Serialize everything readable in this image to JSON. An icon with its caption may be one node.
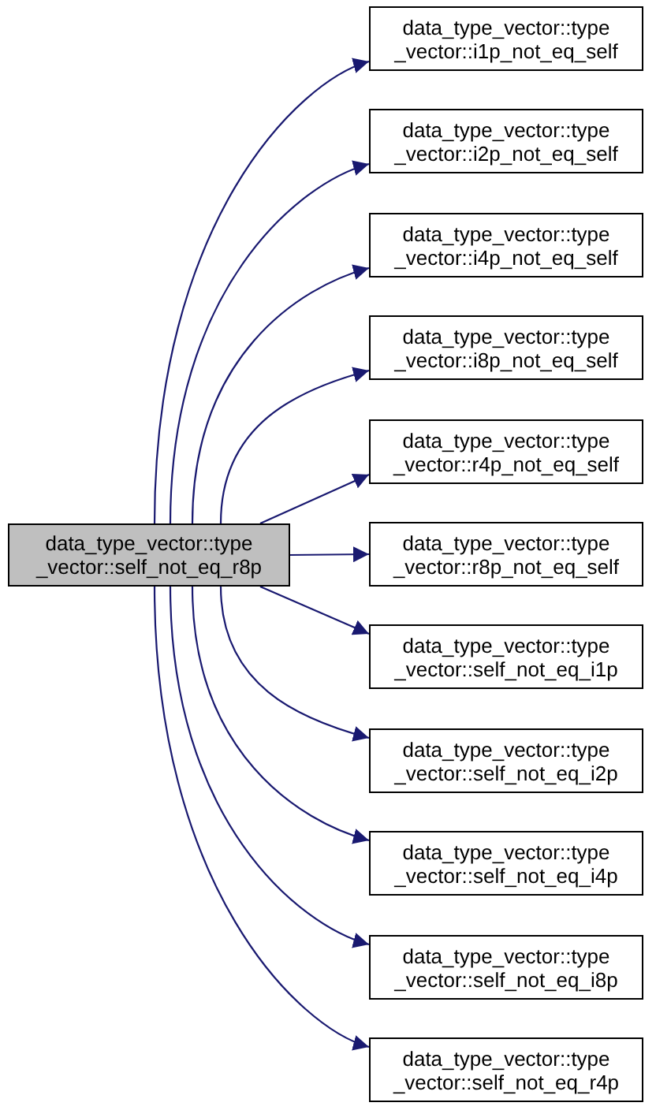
{
  "diagram": {
    "nodes": [
      {
        "text": [
          "data_type_vector::type _vector::self_not_eq_r8p"
        ]
      },
      {
        "text": [
          "data_type_vector::type _vector::i1p_not_eq_self"
        ]
      },
      {
        "text": [
          "data_type_vector::type _vector::i2p_not_eq_self"
        ]
      },
      {
        "text": [
          "data_type_vector::type _vector::i4p_not_eq_self"
        ]
      },
      {
        "text": [
          "data_type_vector::type _vector::i8p_not_eq_self"
        ]
      },
      {
        "text": [
          "data_type_vector::type _vector::r4p_not_eq_self"
        ]
      },
      {
        "text": [
          "data_type_vector::type _vector::r8p_not_eq_self"
        ]
      },
      {
        "text": [
          "data_type_vector::type _vector::self_not_eq_i1p"
        ]
      },
      {
        "text": [
          "data_type_vector::type _vector::self_not_eq_i2p"
        ]
      },
      {
        "text": [
          "data_type_vector::type _vector::self_not_eq_i4p"
        ]
      },
      {
        "text": [
          "data_type_vector::type _vector::self_not_eq_i8p"
        ]
      },
      {
        "text": [
          "data_type_vector::type _vector::self_not_eq_r4p"
        ]
      }
    ],
    "edges": [
      {
        "from": 0,
        "to": 1,
        "arrow": "to"
      },
      {
        "from": 0,
        "to": 2,
        "arrow": "to"
      },
      {
        "from": 0,
        "to": 3,
        "arrow": "to"
      },
      {
        "from": 0,
        "to": 4,
        "arrow": "to"
      },
      {
        "from": 0,
        "to": 5,
        "arrow": "to"
      },
      {
        "from": 0,
        "to": 6,
        "arrow": "to"
      },
      {
        "from": 0,
        "to": 7,
        "arrow": "to"
      },
      {
        "from": 0,
        "to": 8,
        "arrow": "to"
      },
      {
        "from": 0,
        "to": 9,
        "arrow": "to"
      },
      {
        "from": 0,
        "to": 10,
        "arrow": "to"
      },
      {
        "from": 0,
        "to": 11,
        "arrow": "to"
      }
    ]
  }
}
